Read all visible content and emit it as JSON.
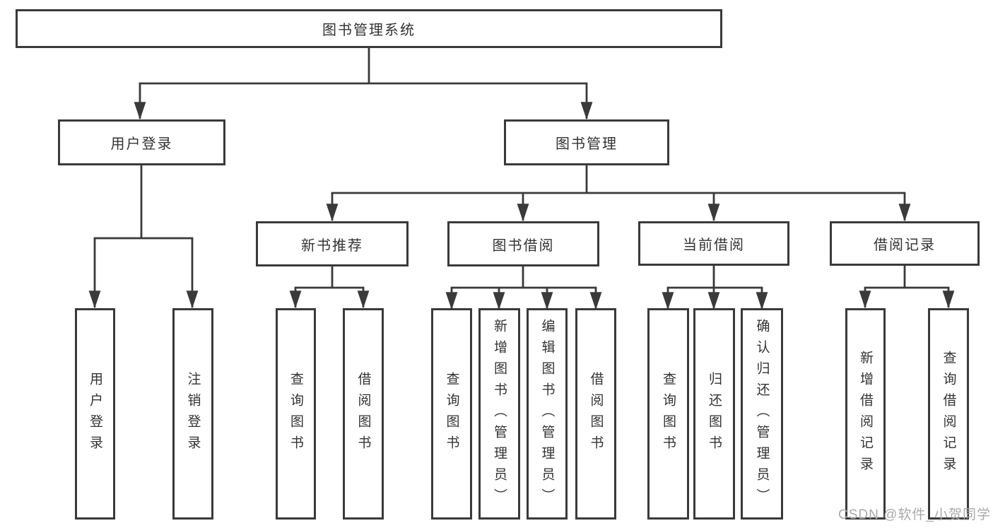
{
  "nodes": {
    "root": {
      "label": "图书管理系统"
    },
    "userLogin": {
      "label": "用户登录"
    },
    "bookMgmt": {
      "label": "图书管理"
    },
    "newBookRec": {
      "label": "新书推荐"
    },
    "bookBorrow": {
      "label": "图书借阅"
    },
    "currentBorrow": {
      "label": "当前借阅"
    },
    "borrowRecord": {
      "label": "借阅记录"
    }
  },
  "leaves": {
    "userLogin": [
      "用户登录",
      "注销登录"
    ],
    "newBookRec": [
      "查询图书",
      "借阅图书"
    ],
    "bookBorrow": [
      "查询图书",
      "新增图书（管理员）",
      "编辑图书（管理员）",
      "借阅图书"
    ],
    "currentBorrow": [
      "查询图书",
      "归还图书",
      "确认归还（管理员）"
    ],
    "borrowRecord": [
      "新增借阅记录",
      "查询借阅记录"
    ]
  },
  "watermark": "CSDN @软件_小贺同学",
  "colors": {
    "line": "#3a3a3a",
    "text": "#333333",
    "background": "#ffffff",
    "watermark": "#a9a9a9"
  }
}
